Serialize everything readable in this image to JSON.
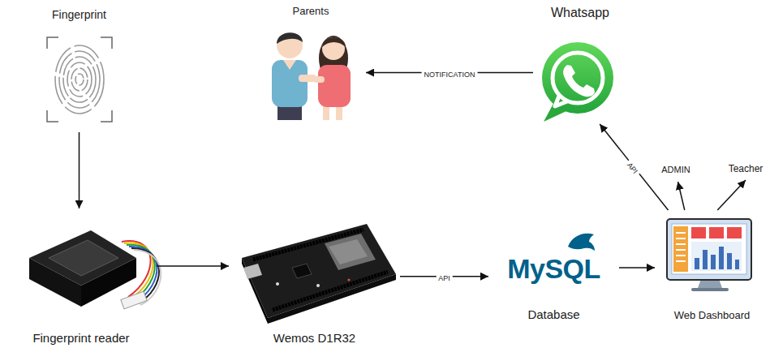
{
  "diagram": {
    "nodes": [
      {
        "text": [
          "Fingerprint"
        ]
      },
      {
        "text": [
          "Parents"
        ]
      },
      {
        "text": [
          "Whatsapp"
        ]
      },
      {
        "text": [
          "Fingerprint reader"
        ]
      },
      {
        "text": [
          "Wemos D1R32"
        ]
      },
      {
        "text": [
          "MySQL",
          "Database"
        ]
      },
      {
        "text": [
          "Web Dashboard"
        ]
      },
      {
        "text": [
          "ADMIN"
        ]
      },
      {
        "text": [
          "Teacher"
        ]
      }
    ],
    "edges": [
      {
        "from": 0,
        "to": 3,
        "arrow": "to"
      },
      {
        "from": 3,
        "to": 4,
        "arrow": "to"
      },
      {
        "from": 4,
        "to": 5,
        "arrow": "to",
        "label": "API"
      },
      {
        "from": 5,
        "to": 6,
        "arrow": "to"
      },
      {
        "from": 6,
        "to": 2,
        "arrow": "to",
        "label": "API"
      },
      {
        "from": 6,
        "to": 7,
        "arrow": "to"
      },
      {
        "from": 6,
        "to": 8,
        "arrow": "to"
      },
      {
        "from": 2,
        "to": 1,
        "arrow": "to",
        "label": "NOTIFICATION"
      }
    ]
  }
}
